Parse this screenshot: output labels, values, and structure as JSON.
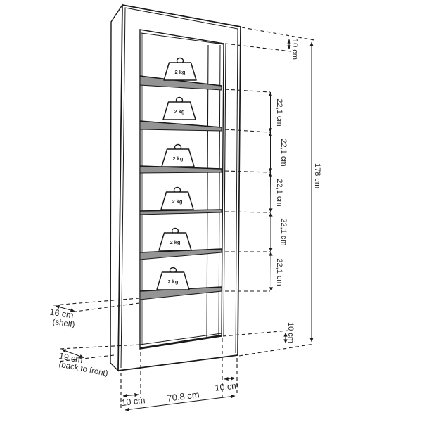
{
  "dimensions": {
    "top_frame_height": "10 cm",
    "shelf_spacing": "22,1 cm",
    "total_height": "178 cm",
    "bottom_frame_height": "10 cm",
    "left_frame_width": "10 cm",
    "inner_width": "70,8 cm",
    "right_frame_width": "10 cm",
    "shelf_depth": "16 cm",
    "shelf_depth_note": "(shelf)",
    "unit_depth": "19 cm",
    "unit_depth_note": "(back to front)"
  },
  "weights": {
    "label": "2 kg",
    "count": 6
  },
  "shelves": {
    "count": 6
  },
  "colors": {
    "line": "#1a1a1a",
    "shelf_fill": "#949494",
    "background": "#ffffff",
    "text": "#262626"
  }
}
